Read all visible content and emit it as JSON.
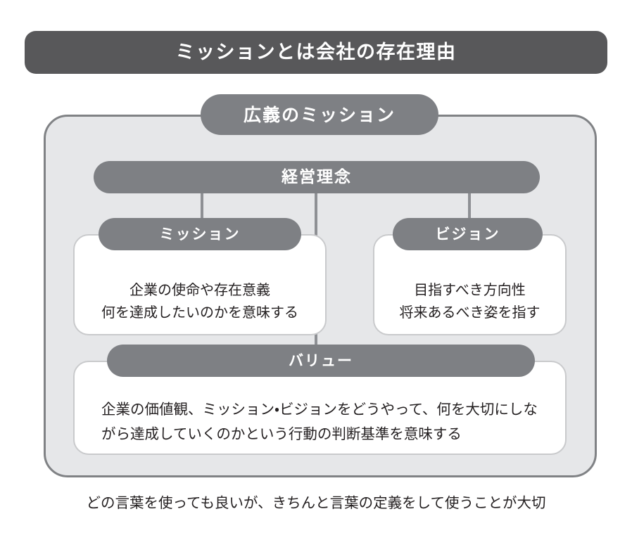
{
  "title_banner": {
    "text": "ミッションとは会社の存在理由"
  },
  "broad_mission": {
    "label": "広義のミッション"
  },
  "philosophy": {
    "label": "経営理念"
  },
  "cards": [
    {
      "id": "mission",
      "label": "ミッション",
      "lines": [
        "企業の使命や存在意義",
        "何を達成したいのかを意味する"
      ]
    },
    {
      "id": "vision",
      "label": "ビジョン",
      "lines": [
        "目指すべき方向性",
        "将来あるべき姿を指す"
      ]
    },
    {
      "id": "value",
      "label": "バリュー",
      "lines": [
        "企業の価値観、ミッション・ビジョンをどうやって、何を大切にしな",
        "がら達成していくのかという行動の判断基準を意味する"
      ]
    }
  ],
  "footer": {
    "caption": "どの言葉を使っても良いが、きちんと言葉の定義をして使うことが大切"
  },
  "colors": {
    "banner_dark": "#58585a",
    "pill_gray": "#7e8084",
    "container_fill": "#e6e7e9",
    "container_border": "#808285",
    "card_border": "#c9cacc",
    "connector": "#8e9094",
    "text_dark": "#231f20",
    "text_light": "#ffffff"
  }
}
